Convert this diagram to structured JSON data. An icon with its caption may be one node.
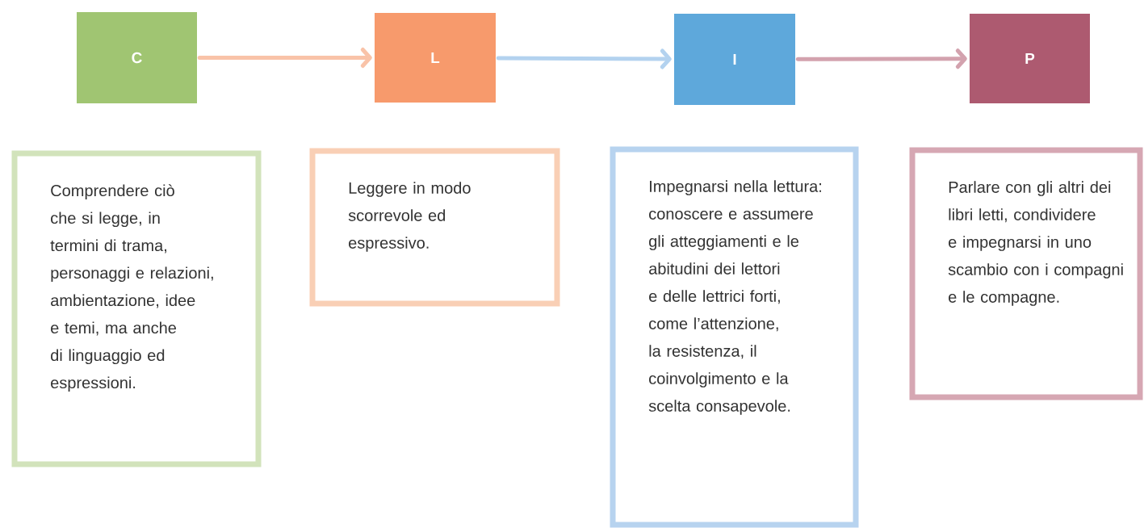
{
  "diagram": {
    "nodes": [
      {
        "text": [
          "C"
        ]
      },
      {
        "text": [
          "L"
        ]
      },
      {
        "text": [
          "I"
        ]
      },
      {
        "text": [
          "P"
        ]
      },
      {
        "text": [
          "Comprendere ciò che si legge, in termini di trama, personaggi e relazioni, ambientazione, idee e temi, ma anche di linguaggio ed espressioni."
        ]
      },
      {
        "text": [
          "Leggere in modo scorrevole ed espressivo."
        ]
      },
      {
        "text": [
          "Impegnarsi nella lettura: conoscere e assumere gli atteggiamenti e le abitudini dei lettori e delle lettrici forti, come l’attenzione, la resistenza, il coinvolgimento e la scelta consapevole."
        ]
      },
      {
        "text": [
          "Parlare con gli altri dei libri letti, condividere e impegnarsi in uno scambio con i compagni e le compagne."
        ]
      }
    ],
    "edges": [
      {
        "from": 0,
        "to": 1,
        "arrow": "to",
        "color": "#f9c3a8"
      },
      {
        "from": 1,
        "to": 2,
        "arrow": "to",
        "color": "#b3d2ef"
      },
      {
        "from": 2,
        "to": 3,
        "arrow": "to",
        "color": "#d3a2ae"
      }
    ]
  }
}
